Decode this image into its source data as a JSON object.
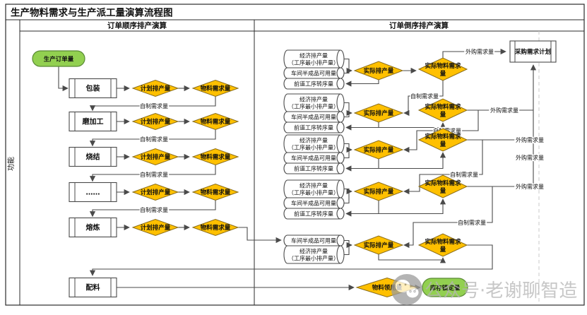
{
  "title": "生产物料需求与生产派工量演算流程图",
  "lane_label": "功能",
  "columns": {
    "left_header": "订单顺序排产演算",
    "right_header": "订单倒序排产演算"
  },
  "left_flow": {
    "start": "生产订单量",
    "processes": [
      "包装",
      "磨加工",
      "烧结",
      "……",
      "熔炼"
    ],
    "batching": "配料",
    "planned_qty": "计划排产量",
    "material_qty": "物料需求量",
    "self_made_label": "自制需求量",
    "material_issue": "物料领用量",
    "stock_lock": "库存锁定量"
  },
  "right_flow": {
    "cyl_economic_line1": "经济排产量",
    "cyl_economic_line2": "（工序最小排产量）",
    "cyl_wip": "车间半成品可用量",
    "cyl_transfer": "前道工序转序量",
    "actual_qty": "实际排产量",
    "actual_material_line1": "实际物料需求",
    "actual_material_line2": "量",
    "self_made_label": "自制需求量",
    "purchase_label": "外购需求量",
    "purchase_plan": "采购需求计划"
  },
  "watermark": "公众号·老谢聊智造",
  "colors": {
    "diamond_fill": "#FFC000",
    "terminator_fill": "#92D050",
    "line": "#4a4a4a",
    "page_break_dash": "#c9c9c9",
    "watermark_gray": "#b5b5b5"
  }
}
